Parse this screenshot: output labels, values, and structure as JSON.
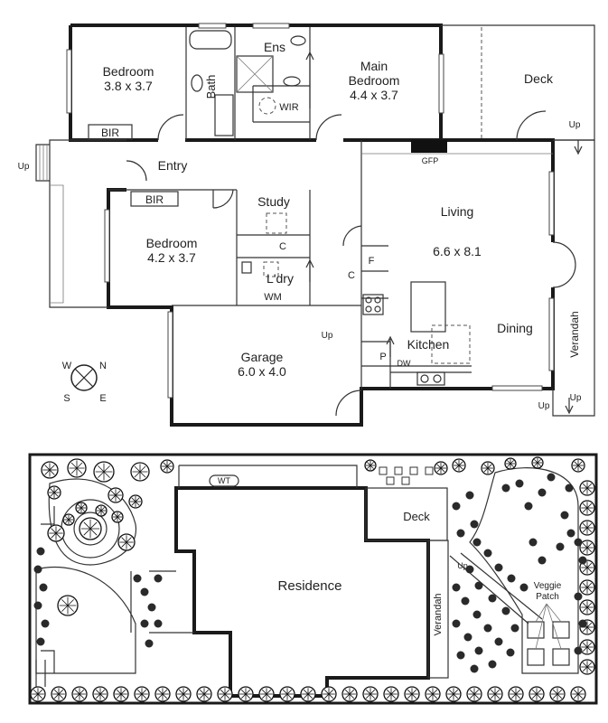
{
  "floor_plan": {
    "rooms": {
      "bedroom_nw": {
        "name": "Bedroom",
        "size": "3.8 x 3.7"
      },
      "main_bedroom": {
        "name_line1": "Main",
        "name_line2": "Bedroom",
        "size": "4.4 x 3.7"
      },
      "bedroom_mid": {
        "name": "Bedroom",
        "size": "4.2 x 3.7"
      },
      "living": {
        "name": "Living",
        "size": "6.6 x 8.1"
      },
      "garage": {
        "name": "Garage",
        "size": "6.0 x 4.0"
      },
      "kitchen": "Kitchen",
      "dining": "Dining",
      "study": "Study",
      "laundry": "L'dry",
      "ensuite": "Ens",
      "bath": "Bath",
      "entry": "Entry",
      "deck": "Deck",
      "verandah": "Verandah"
    },
    "fixtures": {
      "bir_top": "BIR",
      "bir_mid": "BIR",
      "wir": "WIR",
      "gfp": "GFP",
      "wm": "WM",
      "dw": "DW",
      "pantry": "P",
      "fridge": "F",
      "cupboard_laundry": "C",
      "cupboard_kitchen": "C"
    },
    "steps": {
      "up_entry": "Up",
      "up_garage": "Up",
      "up_deck": "Up",
      "up_verandah_1": "Up",
      "up_verandah_2": "Up"
    },
    "compass": {
      "n": "N",
      "e": "E",
      "s": "S",
      "w": "W"
    }
  },
  "site_plan": {
    "residence": "Residence",
    "deck": "Deck",
    "verandah": "Verandah",
    "veggie_patch_line1": "Veggie",
    "veggie_patch_line2": "Patch",
    "wt": "WT",
    "up": "Up"
  }
}
